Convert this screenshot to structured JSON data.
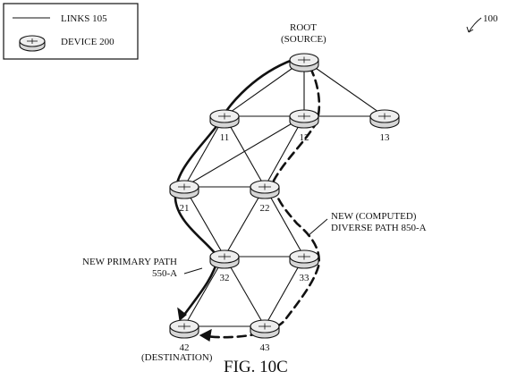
{
  "legend": {
    "links_label": "LINKS 105",
    "device_label": "DEVICE 200"
  },
  "figure_ref": "100",
  "figure_caption": "FIG. 10C",
  "root_label": {
    "line1": "ROOT",
    "line2": "(SOURCE)"
  },
  "destination_label": "(DESTINATION)",
  "primary_path_label": {
    "line1": "NEW PRIMARY PATH",
    "line2": "550-A"
  },
  "diverse_path_label": {
    "line1": "NEW (COMPUTED)",
    "line2": "DIVERSE PATH 850-A"
  },
  "nodes": [
    {
      "id": "root",
      "label": ""
    },
    {
      "id": "11",
      "label": "11"
    },
    {
      "id": "12",
      "label": "12"
    },
    {
      "id": "13",
      "label": "13"
    },
    {
      "id": "21",
      "label": "21"
    },
    {
      "id": "22",
      "label": "22"
    },
    {
      "id": "32",
      "label": "32"
    },
    {
      "id": "33",
      "label": "33"
    },
    {
      "id": "42",
      "label": "42"
    },
    {
      "id": "43",
      "label": "43"
    }
  ],
  "links": [
    [
      "root",
      "11"
    ],
    [
      "root",
      "12"
    ],
    [
      "root",
      "13"
    ],
    [
      "11",
      "12"
    ],
    [
      "12",
      "13"
    ],
    [
      "11",
      "21"
    ],
    [
      "11",
      "22"
    ],
    [
      "12",
      "21"
    ],
    [
      "12",
      "22"
    ],
    [
      "21",
      "22"
    ],
    [
      "21",
      "32"
    ],
    [
      "22",
      "32"
    ],
    [
      "22",
      "33"
    ],
    [
      "32",
      "33"
    ],
    [
      "32",
      "42"
    ],
    [
      "32",
      "43"
    ],
    [
      "33",
      "43"
    ],
    [
      "42",
      "43"
    ]
  ]
}
